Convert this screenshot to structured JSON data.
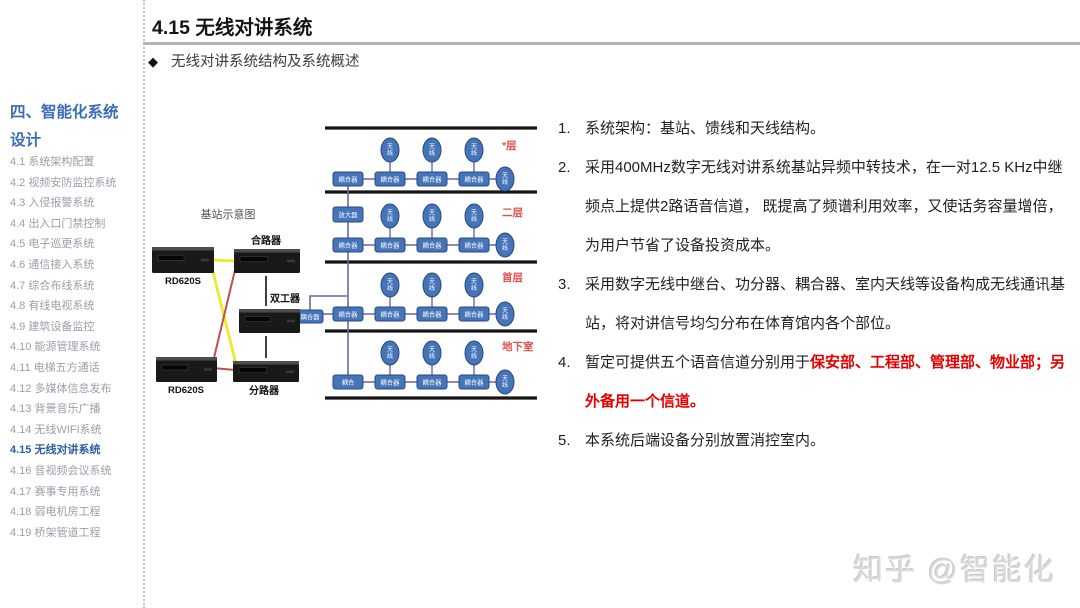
{
  "header": {
    "title": "4.15 无线对讲系统",
    "bullet": "◆",
    "subtitle": "无线对讲系统结构及系统概述"
  },
  "sidebar": {
    "heading_line1": "四、智能化系统",
    "heading_line2": "设计",
    "items": [
      {
        "label": "4.1 系统架构配置",
        "active": false
      },
      {
        "label": "4.2 视频安防监控系统",
        "active": false
      },
      {
        "label": "4.3 入侵报警系统",
        "active": false
      },
      {
        "label": "4.4 出入口门禁控制",
        "active": false
      },
      {
        "label": "4.5 电子巡更系统",
        "active": false
      },
      {
        "label": "4.6 通信接入系统",
        "active": false
      },
      {
        "label": "4.7 综合布线系统",
        "active": false
      },
      {
        "label": "4.8 有线电视系统",
        "active": false
      },
      {
        "label": "4.9 建筑设备监控",
        "active": false
      },
      {
        "label": "4.10 能源管理系统",
        "active": false
      },
      {
        "label": "4.11 电梯五方通话",
        "active": false
      },
      {
        "label": "4.12 多媒体信息发布",
        "active": false
      },
      {
        "label": "4.13 背景音乐广播",
        "active": false
      },
      {
        "label": "4.14 无线WIFI系统",
        "active": false
      },
      {
        "label": "4.15 无线对讲系统",
        "active": true
      },
      {
        "label": "4.16 音视频会议系统",
        "active": false
      },
      {
        "label": "4.17 赛事专用系统",
        "active": false
      },
      {
        "label": "4.18 弱电机房工程",
        "active": false
      },
      {
        "label": "4.19 桥架管道工程",
        "active": false
      }
    ]
  },
  "points": [
    {
      "num": "1.",
      "segments": [
        {
          "text": "系统架构：基站、馈线和天线结构。",
          "style": "normal"
        }
      ]
    },
    {
      "num": "2.",
      "segments": [
        {
          "text": "采用400MHz数字无线对讲系统基站异频中转技术，在一对12.5 KHz中继频点上提供2路语音信道， 既提高了频谱利用效率，又使话务容量增倍，为用户节省了设备投资成本。",
          "style": "normal"
        }
      ]
    },
    {
      "num": "3.",
      "segments": [
        {
          "text": "采用数字无线中继台、功分器、耦合器、室内天线等设备构成无线通讯基站，将对讲信号均匀分布在体育馆内各个部位。",
          "style": "normal"
        }
      ]
    },
    {
      "num": "4.",
      "segments": [
        {
          "text": "暂定可提供五个语音信道分别用于",
          "style": "normal"
        },
        {
          "text": "保安部、工程部、管理部、物业部；另外备用一个信道。",
          "style": "red-bold"
        }
      ]
    },
    {
      "num": "5.",
      "segments": [
        {
          "text": "本系统后端设备分别放置消控室内。",
          "style": "normal"
        }
      ]
    }
  ],
  "diagram": {
    "title": "基站示意图",
    "floors": [
      "*层",
      "二层",
      "首层",
      "地下室"
    ],
    "devices": {
      "repeater_label": "RD620S",
      "combiner": "合路器",
      "duplexer": "双工器",
      "splitter": "分路器",
      "amplifier": "放大器",
      "coupler": "耦合器",
      "coupler_short": "耦合",
      "antenna": "天线"
    }
  },
  "colors": {
    "sidebar_active": "#2d5fa8",
    "sidebar_heading": "#3a6db8",
    "highlight_red": "#e60000",
    "floor_label_red": "#e0504e",
    "box_blue": "#4674b9",
    "box_border": "#28497e",
    "connector_purple": "#6e64a8",
    "tx_yellow": "#efe73a",
    "rx_red": "#c0504d"
  },
  "watermark": "知乎 @智能化"
}
